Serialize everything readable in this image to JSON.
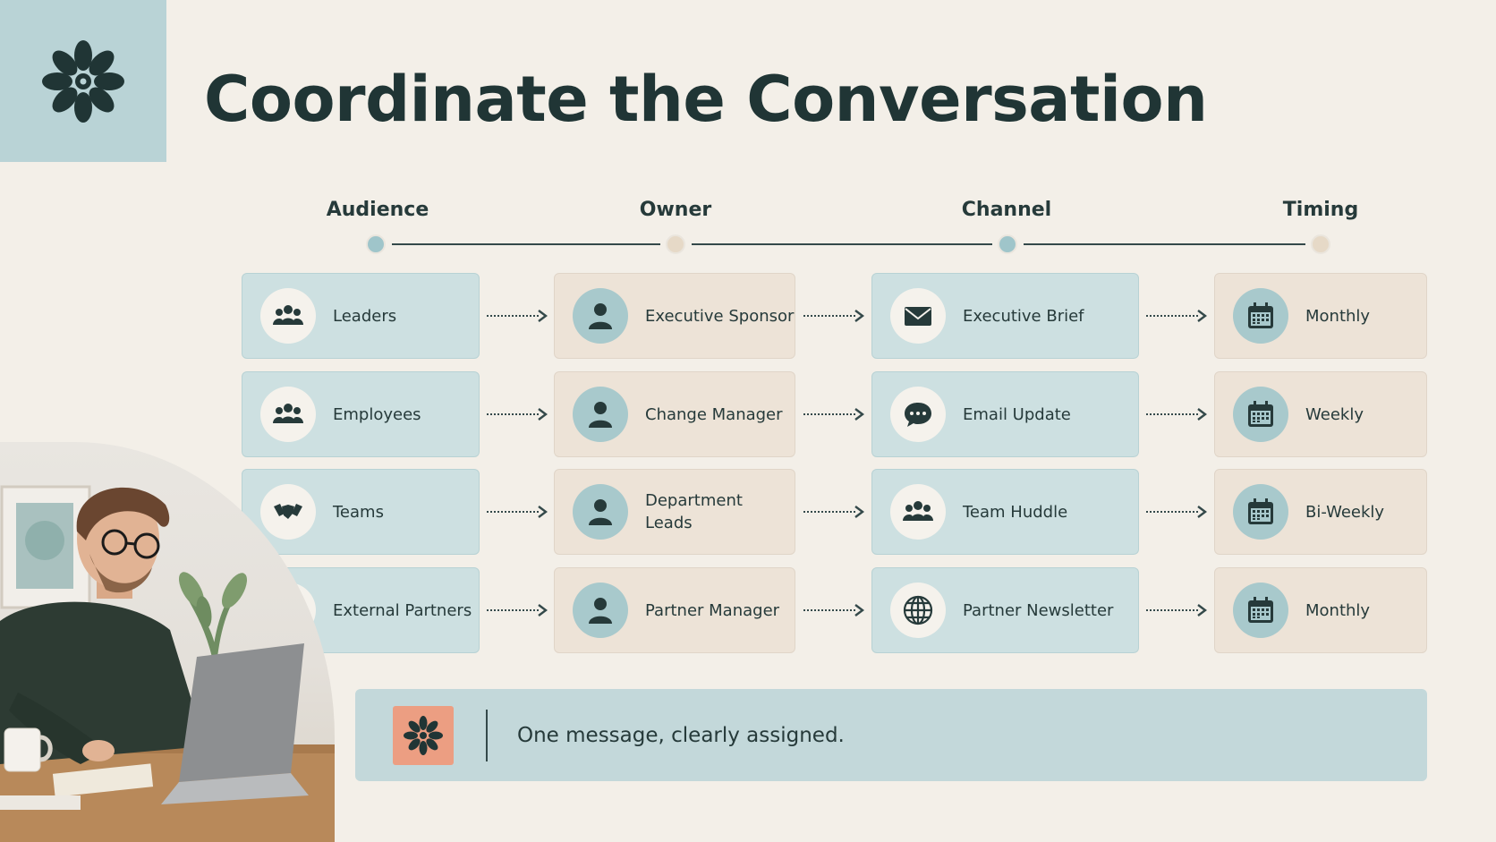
{
  "title": "Coordinate the Conversation",
  "columns": [
    "Audience",
    "Owner",
    "Channel",
    "Timing"
  ],
  "rows": [
    {
      "audience": {
        "label": "Leaders",
        "icon": "group-icon"
      },
      "owner": {
        "label": "Executive Sponsor",
        "icon": "person-icon"
      },
      "channel": {
        "label": "Executive Brief",
        "icon": "envelope-icon"
      },
      "timing": {
        "label": "Monthly",
        "icon": "calendar-icon"
      }
    },
    {
      "audience": {
        "label": "Employees",
        "icon": "group-icon"
      },
      "owner": {
        "label": "Change Manager",
        "icon": "person-icon"
      },
      "channel": {
        "label": "Email Update",
        "icon": "chat-bubble-icon"
      },
      "timing": {
        "label": "Weekly",
        "icon": "calendar-icon"
      }
    },
    {
      "audience": {
        "label": "Teams",
        "icon": "handshake-icon"
      },
      "owner": {
        "label": "Department Leads",
        "icon": "person-icon"
      },
      "channel": {
        "label": "Team Huddle",
        "icon": "group-icon"
      },
      "timing": {
        "label": "Bi-Weekly",
        "icon": "calendar-icon"
      }
    },
    {
      "audience": {
        "label": "External Partners",
        "icon": "person-icon"
      },
      "owner": {
        "label": "Partner Manager",
        "icon": "person-icon"
      },
      "channel": {
        "label": "Partner Newsletter",
        "icon": "globe-icon"
      },
      "timing": {
        "label": "Monthly",
        "icon": "calendar-icon"
      }
    }
  ],
  "banner": {
    "text": "One message, clearly assigned.",
    "icon": "flower-icon"
  },
  "colors": {
    "dark": "#263a3a",
    "blue_card": "#cde0e1",
    "beige_card": "#ede3d7",
    "accent": "#ec9e82",
    "background": "#f3efe8"
  }
}
